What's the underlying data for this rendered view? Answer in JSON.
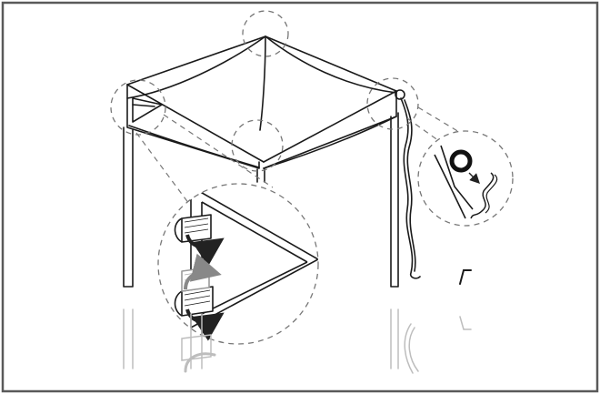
{
  "diagram": {
    "type": "assembly-illustration",
    "subject": "canopy-tent-roof",
    "callouts": [
      {
        "name": "top-peak-detail"
      },
      {
        "name": "left-corner-detail"
      },
      {
        "name": "front-corner-detail"
      },
      {
        "name": "right-corner-detail"
      },
      {
        "name": "velcro-strap-magnified"
      },
      {
        "name": "tie-loop-magnified"
      }
    ],
    "colors": {
      "line": "#1a1a1a",
      "dashed": "#777777",
      "arrow": "#222222",
      "arrow_faded": "#888888",
      "reflection": "#bdbdbd",
      "border": "#5a5a5a"
    },
    "icons": [
      "curved-arrow-icon",
      "tie-loop-icon",
      "tent-stake-icon"
    ]
  }
}
